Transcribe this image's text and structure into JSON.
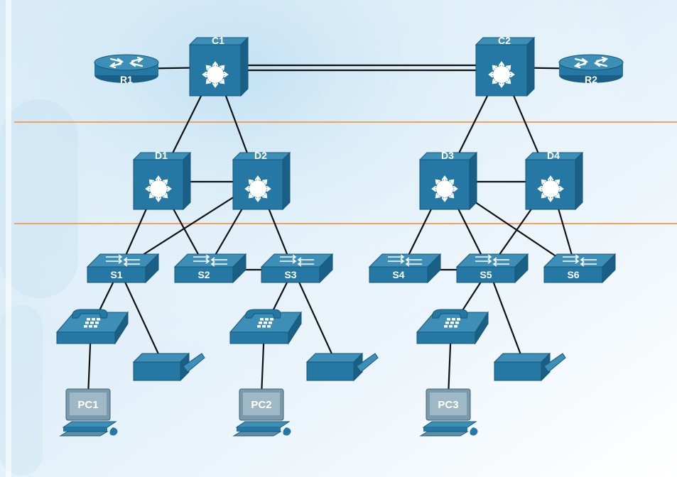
{
  "colors": {
    "device_top": "#3e8fb7",
    "device_front": "#2578a3",
    "device_side": "#1a5f85",
    "link": "#111111",
    "layer_boundary": "#f2a161",
    "background_tint": "#d9edf8"
  },
  "diagram": {
    "core_switches": [
      {
        "id": "C1",
        "label": "C1"
      },
      {
        "id": "C2",
        "label": "C2"
      }
    ],
    "routers": [
      {
        "id": "R1",
        "label": "R1"
      },
      {
        "id": "R2",
        "label": "R2"
      }
    ],
    "distribution_switches": [
      {
        "id": "D1",
        "label": "D1"
      },
      {
        "id": "D2",
        "label": "D2"
      },
      {
        "id": "D3",
        "label": "D3"
      },
      {
        "id": "D4",
        "label": "D4"
      }
    ],
    "access_switches": [
      {
        "id": "S1",
        "label": "S1"
      },
      {
        "id": "S2",
        "label": "S2"
      },
      {
        "id": "S3",
        "label": "S3"
      },
      {
        "id": "S4",
        "label": "S4"
      },
      {
        "id": "S5",
        "label": "S5"
      },
      {
        "id": "S6",
        "label": "S6"
      }
    ],
    "ip_phones": [
      {
        "id": "phone1",
        "icon": "ip-phone-icon"
      },
      {
        "id": "phone2",
        "icon": "ip-phone-icon"
      },
      {
        "id": "phone3",
        "icon": "ip-phone-icon"
      }
    ],
    "printers": [
      {
        "id": "printer1",
        "icon": "printer-icon"
      },
      {
        "id": "printer2",
        "icon": "printer-icon"
      },
      {
        "id": "printer3",
        "icon": "printer-icon"
      }
    ],
    "pcs": [
      {
        "id": "PC1",
        "label": "PC1"
      },
      {
        "id": "PC2",
        "label": "PC2"
      },
      {
        "id": "PC3",
        "label": "PC3"
      }
    ],
    "links": [
      {
        "from": "R1",
        "to": "C1"
      },
      {
        "from": "C1",
        "to": "C2",
        "type": "double"
      },
      {
        "from": "C2",
        "to": "R2"
      },
      {
        "from": "C1",
        "to": "D1"
      },
      {
        "from": "C1",
        "to": "D2"
      },
      {
        "from": "C2",
        "to": "D3"
      },
      {
        "from": "C2",
        "to": "D4"
      },
      {
        "from": "D1",
        "to": "D2"
      },
      {
        "from": "D3",
        "to": "D4"
      },
      {
        "from": "D1",
        "to": "S1"
      },
      {
        "from": "D1",
        "to": "S2"
      },
      {
        "from": "D2",
        "to": "S1"
      },
      {
        "from": "D2",
        "to": "S2"
      },
      {
        "from": "D2",
        "to": "S3"
      },
      {
        "from": "D3",
        "to": "S4"
      },
      {
        "from": "D3",
        "to": "S5"
      },
      {
        "from": "D3",
        "to": "S6"
      },
      {
        "from": "D4",
        "to": "S5"
      },
      {
        "from": "D4",
        "to": "S6"
      },
      {
        "from": "S2",
        "to": "S3"
      },
      {
        "from": "S4",
        "to": "S5"
      },
      {
        "from": "S1",
        "to": "phone1"
      },
      {
        "from": "S1",
        "to": "printer1"
      },
      {
        "from": "S3",
        "to": "phone2"
      },
      {
        "from": "S3",
        "to": "printer2"
      },
      {
        "from": "S5",
        "to": "phone3"
      },
      {
        "from": "S5",
        "to": "printer3"
      },
      {
        "from": "phone1",
        "to": "PC1"
      },
      {
        "from": "phone2",
        "to": "PC2"
      },
      {
        "from": "phone3",
        "to": "PC3"
      }
    ]
  }
}
